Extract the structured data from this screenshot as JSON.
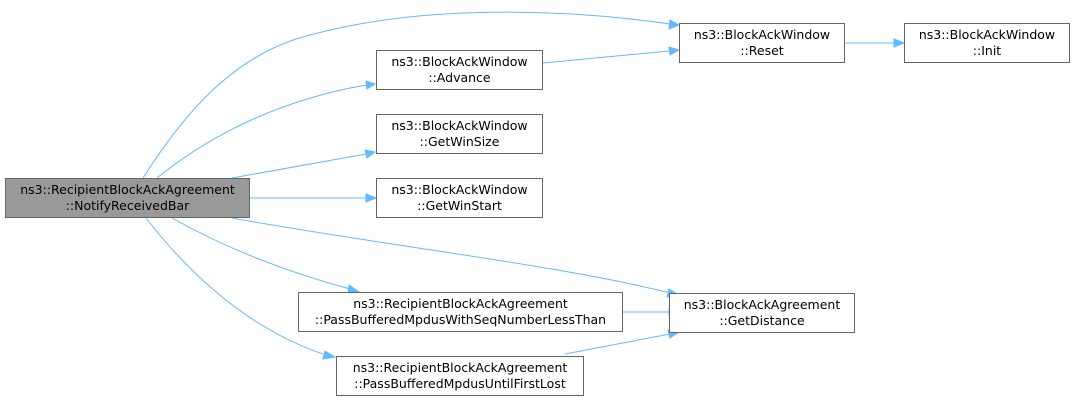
{
  "colors": {
    "edge": "#63b8ff",
    "root_fill": "#999999",
    "node_fill": "#ffffff",
    "node_border": "#666666"
  },
  "nodes": {
    "root": {
      "line1": "ns3::RecipientBlockAckAgreement",
      "line2": "::NotifyReceivedBar"
    },
    "advance": {
      "line1": "ns3::BlockAckWindow",
      "line2": "::Advance"
    },
    "reset": {
      "line1": "ns3::BlockAckWindow",
      "line2": "::Reset"
    },
    "init": {
      "line1": "ns3::BlockAckWindow",
      "line2": "::Init"
    },
    "getwinsize": {
      "line1": "ns3::BlockAckWindow",
      "line2": "::GetWinSize"
    },
    "getwinstart": {
      "line1": "ns3::BlockAckWindow",
      "line2": "::GetWinStart"
    },
    "getdistance": {
      "line1": "ns3::BlockAckAgreement",
      "line2": "::GetDistance"
    },
    "passless": {
      "line1": "ns3::RecipientBlockAckAgreement",
      "line2": "::PassBufferedMpdusWithSeqNumberLessThan"
    },
    "passlost": {
      "line1": "ns3::RecipientBlockAckAgreement",
      "line2": "::PassBufferedMpdusUntilFirstLost"
    }
  }
}
